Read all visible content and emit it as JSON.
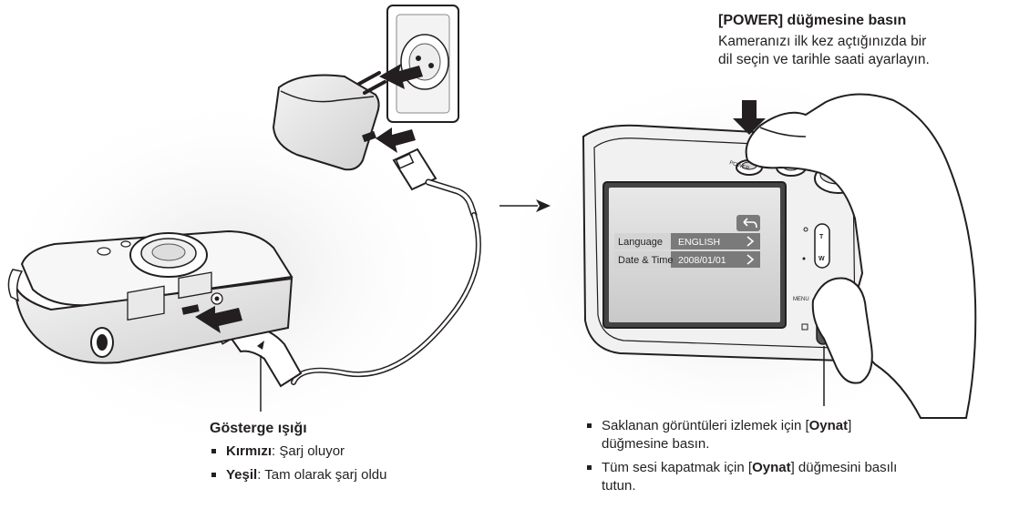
{
  "power": {
    "title": "[POWER] düğmesine basın",
    "line1": "Kameranızı ilk kez açtığınızda bir",
    "line2": "dil seçin ve tarihle saati ayarlayın."
  },
  "indicator": {
    "title": "Gösterge ışığı",
    "red_label": "Kırmızı",
    "red_text": ": Şarj oluyor",
    "green_label": "Yeşil",
    "green_text": ": Tam olarak şarj oldu"
  },
  "playback": {
    "b1_pre": "Saklanan görüntüleri izlemek için [",
    "b1_bold": "Oynat",
    "b1_post": "]",
    "b1_line2": "düğmesine basın.",
    "b2_pre": "Tüm sesi kapatmak için [",
    "b2_bold": "Oynat",
    "b2_post": "] düğmesini basılı",
    "b2_line2": "tutun."
  },
  "screen": {
    "row1_label": "Language",
    "row1_value": "ENGLISH",
    "row2_label": "Date & Time",
    "row2_value": "2008/01/01"
  },
  "camera_marks": {
    "zoom_t": "T",
    "zoom_w": "W",
    "menu": "MENU",
    "power": "POWER"
  },
  "colors": {
    "text": "#231f20",
    "screen_bar": "#7a7a7a",
    "arrow": "#231f20"
  }
}
